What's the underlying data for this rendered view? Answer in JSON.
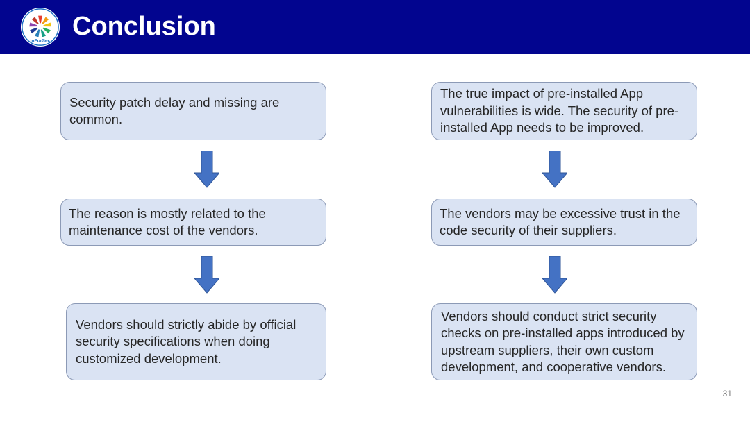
{
  "header": {
    "title": "Conclusion",
    "logo_text": "InForSec",
    "background_color": "#02058f"
  },
  "left_column": {
    "boxes": [
      "Security patch delay and missing are common.",
      "The reason is mostly related to the maintenance cost of the vendors.",
      "Vendors should strictly abide by official security specifications when doing customized development."
    ]
  },
  "right_column": {
    "boxes": [
      "The true impact of pre-installed App vulnerabilities is wide. The security of pre-installed App needs to be improved.",
      "The vendors may be excessive trust in the code security of their suppliers.",
      "Vendors should conduct strict security checks on pre-installed apps introduced by upstream suppliers, their own custom development, and cooperative vendors."
    ]
  },
  "footer": {
    "page_number": "31"
  },
  "colors": {
    "box_fill": "#dae3f3",
    "box_border": "#8c9ab6",
    "arrow": "#4472c4"
  }
}
